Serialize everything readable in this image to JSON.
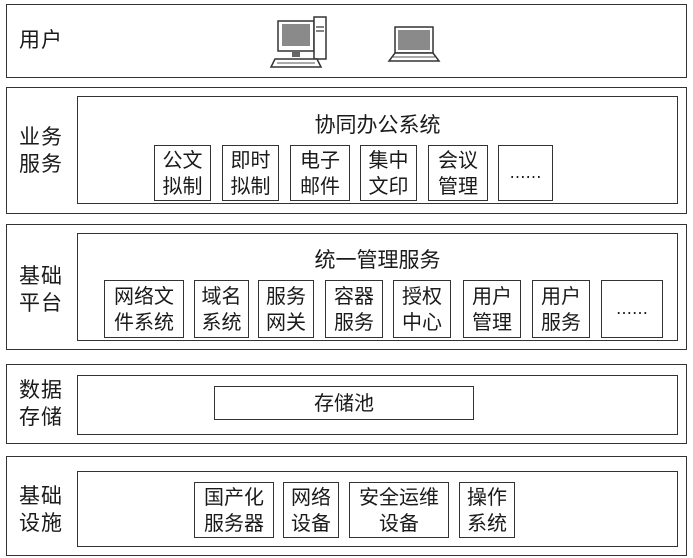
{
  "layers": {
    "user": {
      "label": "用户",
      "icons": [
        "desktop-computer-icon",
        "laptop-icon"
      ]
    },
    "business": {
      "label": "业务\n服务",
      "panel_title": "协同办公系统",
      "items": [
        "公文\n拟制",
        "即时\n拟制",
        "电子\n邮件",
        "集中\n文印",
        "会议\n管理",
        "……"
      ]
    },
    "platform": {
      "label": "基础\n平台",
      "panel_title": "统一管理服务",
      "items": [
        "网络文\n件系统",
        "域名\n系统",
        "服务\n网关",
        "容器\n服务",
        "授权\n中心",
        "用户\n管理",
        "用户\n服务",
        "……"
      ]
    },
    "data": {
      "label": "数据\n存储",
      "pool": "存储池"
    },
    "infra": {
      "label": "基础\n设施",
      "items": [
        "国产化\n服务器",
        "网络\n设备",
        "安全运维\n设备",
        "操作\n系统"
      ]
    }
  }
}
